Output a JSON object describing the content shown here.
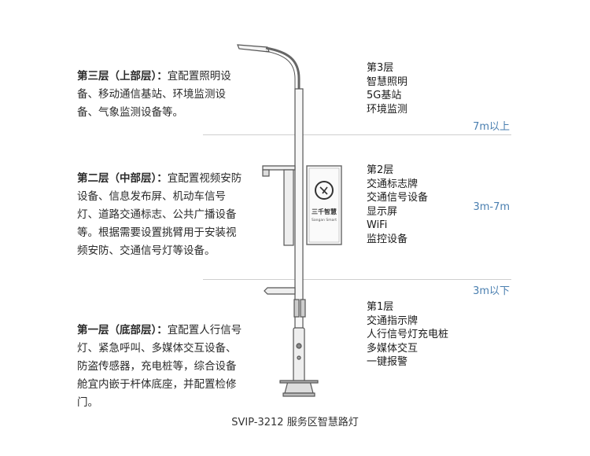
{
  "left_descriptions": [
    {
      "head": "第三层（上部层）：",
      "body": "宜配置照明设备、移动通信基站、环境监测设备、气象监测设备等。"
    },
    {
      "head": "第二层（中部层）：",
      "body": "宜配置视频安防设备、信息发布屏、机动车信号灯、道路交通标志、公共广播设备等。根据需要设置挑臂用于安装视频安防、交通信号灯等设备。"
    },
    {
      "head": "第一层（底部层）：",
      "body": "宜配置人行信号灯、紧急呼叫、多媒体交互设备、防盗传感器，充电桩等，综合设备舱宜内嵌于杆体底座，并配置检修门。"
    }
  ],
  "layers_right": [
    {
      "title": "第3层",
      "items": [
        "智慧照明",
        "5G基站",
        "环境监测"
      ]
    },
    {
      "title": "第2层",
      "items": [
        "交通标志牌",
        "交通信号设备",
        "显示屏",
        "WiFi",
        "监控设备"
      ]
    },
    {
      "title": "第1层",
      "items": [
        "交通指示牌",
        "人行信号灯充电桩",
        "多媒体交互",
        "一键报警"
      ]
    }
  ],
  "height_labels": [
    "7m以上",
    "3m-7m",
    "3m以下"
  ],
  "screen_brand": {
    "name": "三千智慧",
    "sub": "Sangan Smart"
  },
  "caption": "SVIP-3212 服务区智慧路灯",
  "colors": {
    "accent": "#4a7fb0",
    "line": "#cfcfcf",
    "pole": "#555555"
  }
}
